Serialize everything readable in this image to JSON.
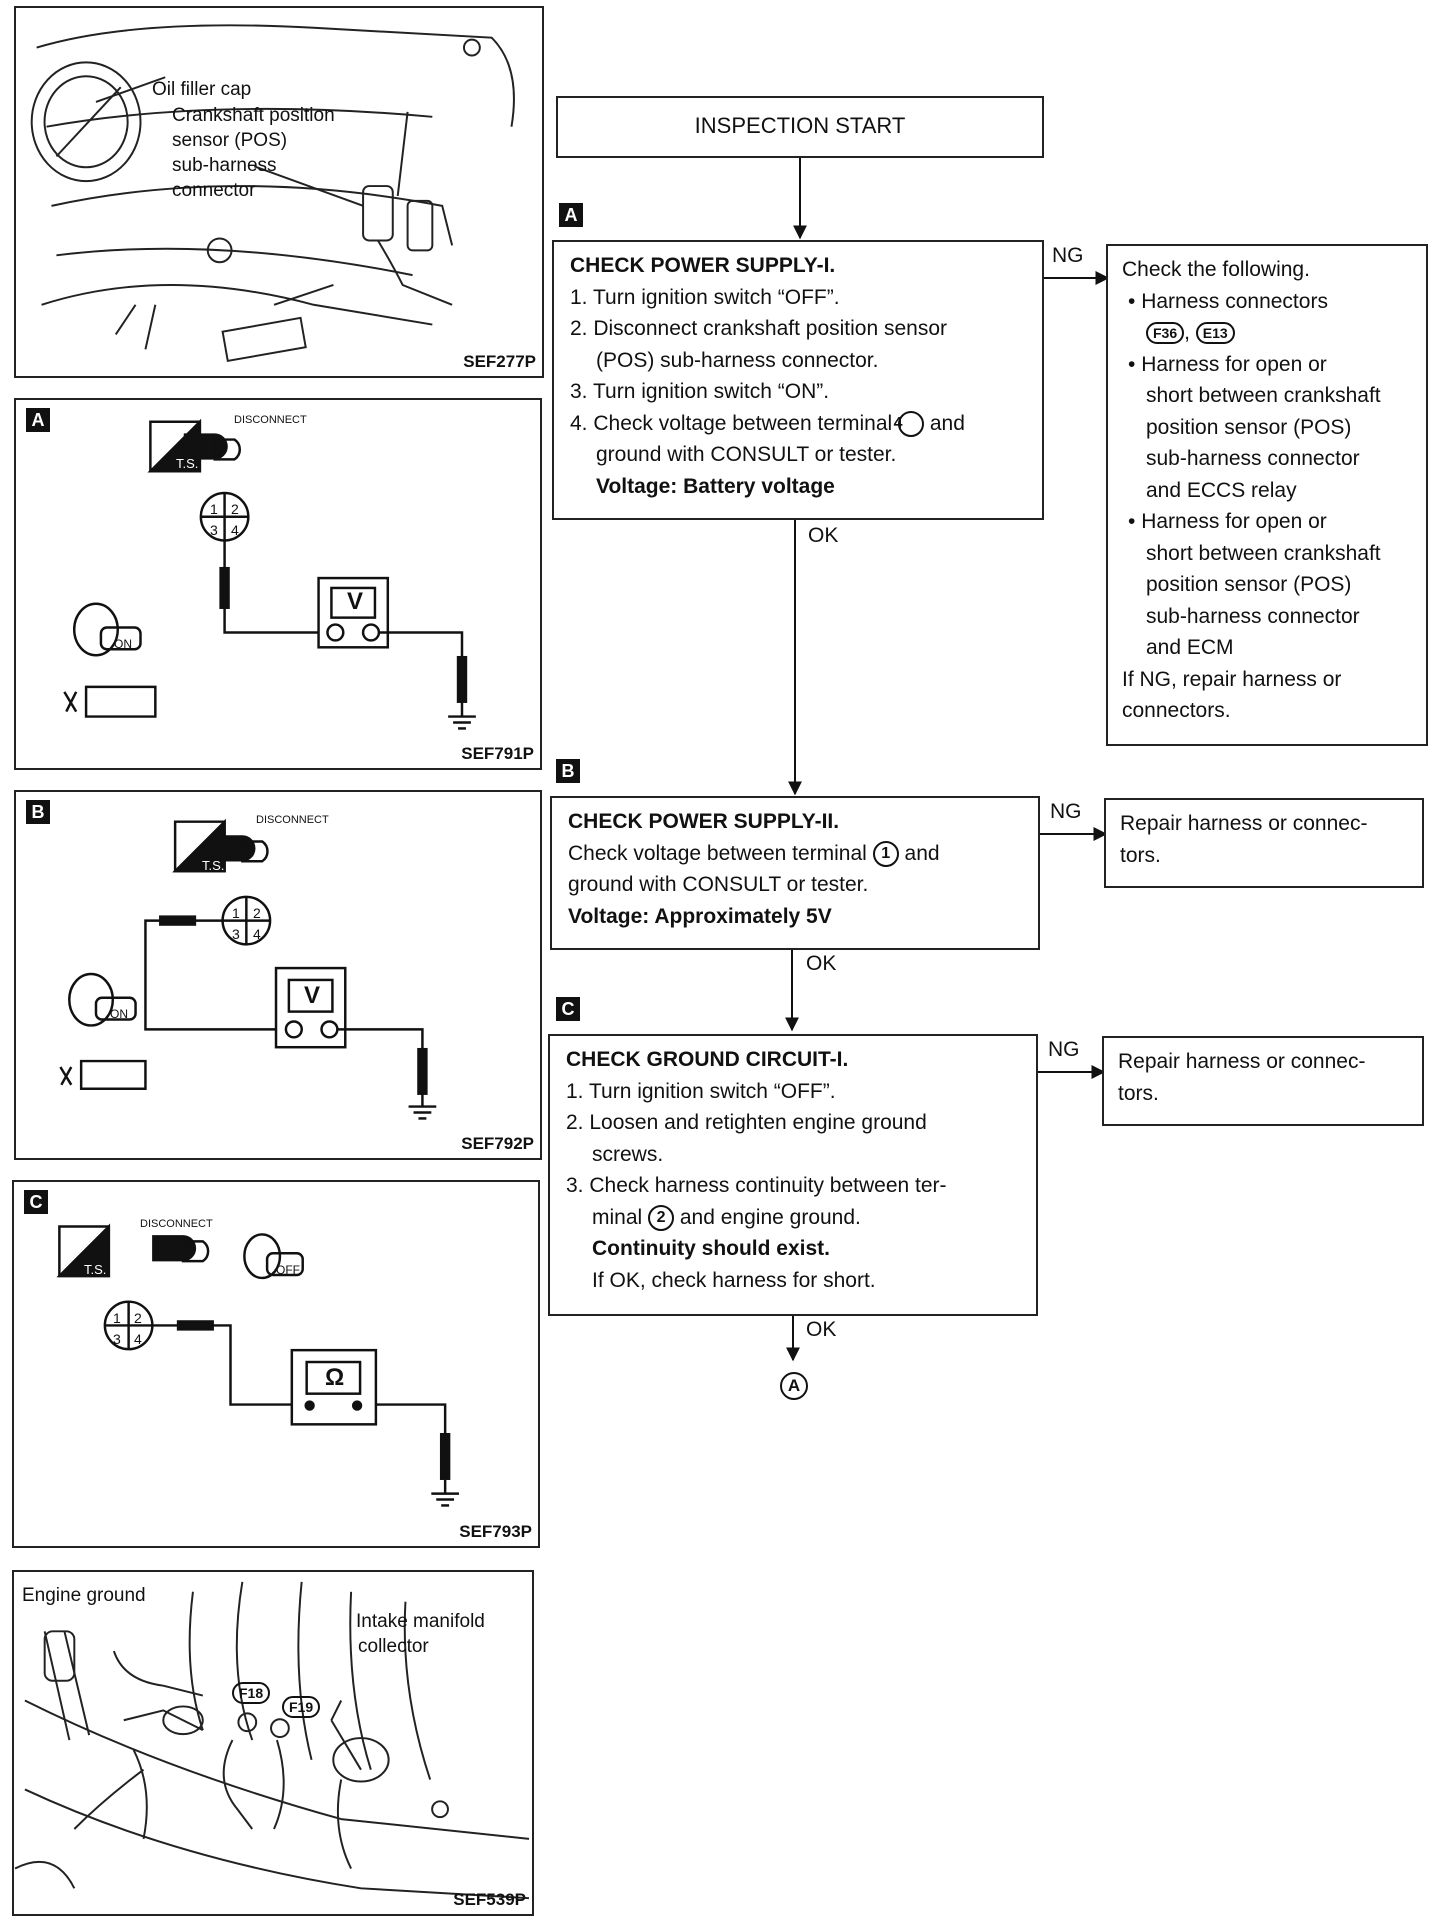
{
  "figures": {
    "engine_top": {
      "code": "SEF277P",
      "labels": [
        "Oil filler cap",
        "Crankshaft position",
        "sensor (POS)",
        "sub-harness",
        "connector"
      ]
    },
    "diagram_a": {
      "tag": "A",
      "code": "SEF791P",
      "disconnect": "DISCONNECT",
      "ts": "T.S.",
      "meter": "V",
      "terminals": [
        "1",
        "2",
        "3",
        "4"
      ],
      "key": "ON"
    },
    "diagram_b": {
      "tag": "B",
      "code": "SEF792P",
      "disconnect": "DISCONNECT",
      "ts": "T.S.",
      "meter": "V",
      "terminals": [
        "1",
        "2",
        "3",
        "4"
      ],
      "key": "ON"
    },
    "diagram_c": {
      "tag": "C",
      "code": "SEF793P",
      "disconnect": "DISCONNECT",
      "ts": "T.S.",
      "meter": "Ω",
      "terminals": [
        "1",
        "2",
        "3",
        "4"
      ],
      "key": "OFF"
    },
    "engine_ground": {
      "code": "SEF539P",
      "labels": [
        "Engine ground",
        "Intake manifold",
        "collector"
      ],
      "connectors": [
        "F18",
        "F19"
      ]
    }
  },
  "flow": {
    "start": "INSPECTION START",
    "steps": [
      {
        "tag": "A",
        "title": "CHECK POWER SUPPLY-I.",
        "lines": [
          "1. Turn ignition switch “OFF”.",
          "2. Disconnect crankshaft position sensor",
          "(POS) sub-harness connector.",
          "3. Turn ignition switch “ON”.",
          "4. Check voltage between terminal",
          "and",
          "ground with CONSULT or tester."
        ],
        "terminal": "4",
        "spec": "Voltage: Battery voltage",
        "ng": "NG",
        "ok": "OK"
      },
      {
        "tag": "B",
        "title": "CHECK POWER SUPPLY-II.",
        "lines": [
          "Check voltage between terminal",
          "and",
          "ground with CONSULT or tester."
        ],
        "terminal": "1",
        "spec": "Voltage: Approximately 5V",
        "ng": "NG",
        "ok": "OK"
      },
      {
        "tag": "C",
        "title": "CHECK GROUND CIRCUIT-I.",
        "lines": [
          "1. Turn ignition switch “OFF”.",
          "2. Loosen and retighten engine ground",
          "screws.",
          "3. Check harness continuity between ter-",
          "minal",
          "and engine ground."
        ],
        "terminal": "2",
        "spec": "Continuity should exist.",
        "note": "If OK, check harness for short.",
        "ng": "NG",
        "ok": "OK"
      }
    ],
    "ng_a": {
      "intro": "Check the following.",
      "bullet1": "Harness connectors",
      "connectors": [
        "F36",
        "E13"
      ],
      "bullet2": [
        "Harness for open or",
        "short between crankshaft",
        "position sensor (POS)",
        "sub-harness connector",
        "and ECCS relay"
      ],
      "bullet3": [
        "Harness for open or",
        "short between crankshaft",
        "position sensor (POS)",
        "sub-harness connector",
        "and ECM"
      ],
      "outro": [
        "If NG, repair harness or",
        "connectors."
      ]
    },
    "ng_b": [
      "Repair harness or connec-",
      "tors."
    ],
    "ng_c": [
      "Repair harness or connec-",
      "tors."
    ],
    "end_marker": "A"
  }
}
